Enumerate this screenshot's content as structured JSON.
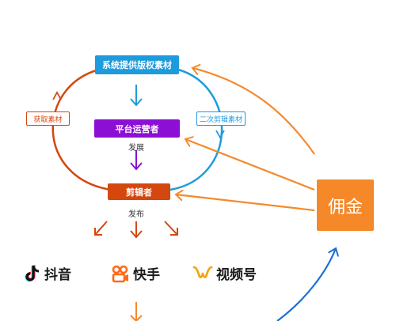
{
  "nodes": {
    "system": {
      "label": "系统提供版权素材",
      "color": "#1e9bdd"
    },
    "platform": {
      "label": "平台运营者",
      "color": "#8c10d4"
    },
    "editor": {
      "label": "剪辑者",
      "color": "#d4480f"
    },
    "commission": {
      "label": "佣金",
      "color": "#f5892a"
    }
  },
  "edge_labels": {
    "acquire": "获取素材",
    "second_edit": "二次剪辑素材",
    "develop": "发展",
    "publish": "发布"
  },
  "platforms": [
    {
      "name": "抖音",
      "icon": "douyin-icon"
    },
    {
      "name": "快手",
      "icon": "kuaishou-icon"
    },
    {
      "name": "视频号",
      "icon": "shipinhao-icon"
    }
  ],
  "colors": {
    "blue": "#1e9bdd",
    "purple": "#8c10d4",
    "red": "#d4480f",
    "orange": "#f5892a",
    "deep_blue": "#1a6fd6"
  }
}
